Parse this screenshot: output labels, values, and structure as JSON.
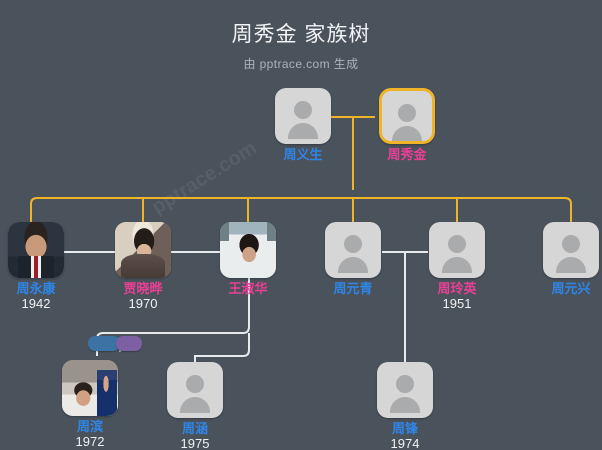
{
  "header": {
    "title": "周秀金 家族树",
    "subtitle": "由 pptrace.com 生成"
  },
  "watermark": "pptrace.com",
  "colors": {
    "background": "#4a525c",
    "male_label": "#2f86e8",
    "female_label": "#ec3f96",
    "year_text": "#f0f2f4",
    "root_highlight": "#f0b429",
    "spouse_link": "#ffffff",
    "child_link": "#f0b429",
    "card_background": "#d6d6d6",
    "chip_blue": "#3b73a5",
    "chip_purple": "#7d5fa4"
  },
  "people": [
    {
      "id": "zhou_yisheng",
      "name": "周义生",
      "year": "",
      "gender": "m",
      "photo": "placeholder",
      "root": false
    },
    {
      "id": "zhou_xiujin",
      "name": "周秀金",
      "year": "",
      "gender": "f",
      "photo": "placeholder",
      "root": true
    },
    {
      "id": "zhou_yongkang",
      "name": "周永康",
      "year": "1942",
      "gender": "m",
      "photo": "portrait-man-blue-background",
      "root": false
    },
    {
      "id": "jia_xiaoye",
      "name": "贾晓晔",
      "year": "1970",
      "gender": "f",
      "photo": "portrait-woman-white-hat",
      "root": false
    },
    {
      "id": "wang_shuhua",
      "name": "王淑华",
      "year": "",
      "gender": "f",
      "photo": "portrait-woman-short-hair",
      "root": false
    },
    {
      "id": "zhou_yuanqing",
      "name": "周元青",
      "year": "",
      "gender": "m",
      "photo": "placeholder",
      "root": false
    },
    {
      "id": "zhou_lingying",
      "name": "周玲英",
      "year": "1951",
      "gender": "f",
      "photo": "placeholder",
      "root": false
    },
    {
      "id": "zhou_yuanxing",
      "name": "周元兴",
      "year": "",
      "gender": "m",
      "photo": "placeholder",
      "root": false
    },
    {
      "id": "zhou_bin",
      "name": "周滨",
      "year": "1972",
      "gender": "m",
      "photo": "photo-courtroom-man",
      "root": false
    },
    {
      "id": "zhou_han",
      "name": "周涵",
      "year": "1975",
      "gender": "m",
      "photo": "placeholder",
      "root": false
    },
    {
      "id": "zhou_feng",
      "name": "周锋",
      "year": "1974",
      "gender": "m",
      "photo": "placeholder",
      "root": false
    }
  ],
  "collapsed_nodes": [
    {
      "id": "chip_blue_node",
      "color": "blue"
    },
    {
      "id": "chip_purple_node",
      "color": "purple"
    }
  ]
}
